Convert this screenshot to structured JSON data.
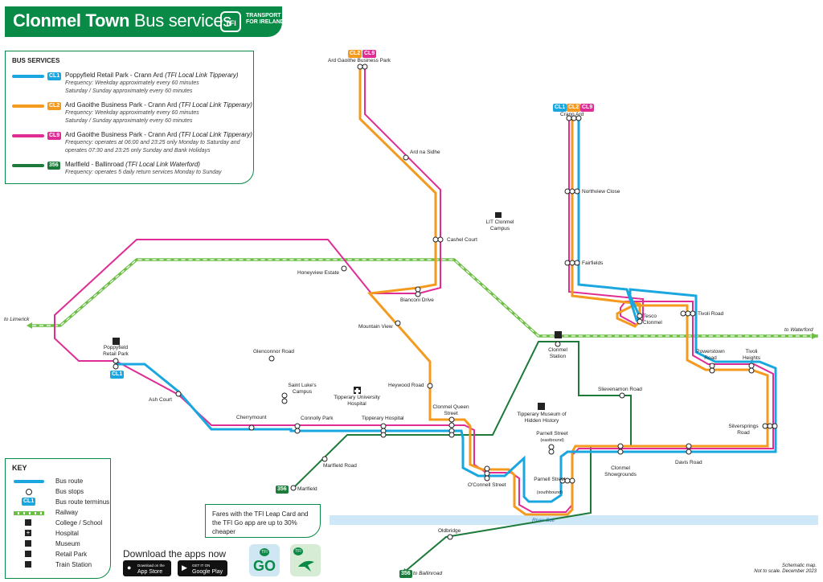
{
  "header": {
    "title_bold": "Clonmel Town",
    "title_light": "Bus services",
    "logo": "TFI",
    "logo_text": "TRANSPORT FOR IRELAND"
  },
  "colors": {
    "brand_green": "#0a8a47",
    "cl1": "#1aa7df",
    "cl2": "#f39a1f",
    "cl9": "#e02c95",
    "r356": "#1e7a3a",
    "railway": "#6cbe45",
    "river": "#cfe8f7"
  },
  "services": {
    "heading": "BUS SERVICES",
    "items": [
      {
        "code": "CL1",
        "title": "Poppyfield Retail Park - Crann Ard",
        "operator": "(TFI Local Link Tipperary)",
        "freq1": "Frequency: Weekday approximately every 60 minutes",
        "freq2": "Saturday / Sunday approximately every 60 minutes"
      },
      {
        "code": "CL2",
        "title": "Ard Gaoithe Business Park - Crann Ard",
        "operator": "(TFI Local Link Tipperary)",
        "freq1": "Frequency: Weekday approximately every 60 minutes",
        "freq2": "Saturday / Sunday approximately every 60 minutes"
      },
      {
        "code": "CL9",
        "title": "Ard Gaoithe Business Park - Crann Ard",
        "operator": "(TFI Local Link Tipperary)",
        "freq1": "Frequency: operates at 06:00 and 23:25 only Monday to Saturday and",
        "freq2": "operates 07:30 and 23:25 only Sunday and Bank Holidays"
      },
      {
        "code": "356",
        "title": "Marlfield - Ballinroad",
        "operator": "(TFI Local Link Waterford)",
        "freq1": "Frequency: operates 5 daily return services Monday to Sunday",
        "freq2": ""
      }
    ]
  },
  "key": {
    "heading": "KEY",
    "items": [
      "Bus route",
      "Bus stops",
      "Bus route terminus",
      "Railway",
      "College / School",
      "Hospital",
      "Museum",
      "Retail Park",
      "Train Station"
    ],
    "terminus_badge": "CL1"
  },
  "fares": {
    "text": "Fares with the TFI Leap Card and the TFI Go app are up to 30% cheaper"
  },
  "apps": {
    "title": "Download the apps now",
    "appstore_small": "Download on the",
    "appstore": "App Store",
    "play_small": "GET IT ON",
    "play": "Google Play",
    "go_label": "GO",
    "tfi_label": "TFI"
  },
  "map": {
    "stops": {
      "ard_gaoithe": "Ard Gaoithe Business Park",
      "ard_na_sidhe": "Ard na Sidhe",
      "cashel_court": "Cashel Court",
      "lit_clonmel": "LIT Clonmel Campus",
      "crann_ard": "Crann Ard",
      "northview": "Northview Close",
      "fairfields": "Fairfields",
      "honeyview": "Honeyview Estate",
      "bianconi": "Bianconi Drive",
      "tesco": "Tesco Clonmel",
      "tivoli_road": "Tivoli Road",
      "mountain_view": "Mountain View",
      "clonmel_station": "Clonmel Station",
      "powerstown": "Powerstown Road",
      "tivoli_heights": "Tivoli Heights",
      "poppyfield": "Poppyfield Retail Park",
      "glenconnor": "Glenconnor Road",
      "heywood": "Heywood Road",
      "slievenamon": "Slievenamon Road",
      "ash_court": "Ash Court",
      "saint_lukes": "Saint Luke's Campus",
      "tipp_hospital_uni": "Tipperary University Hospital",
      "museum": "Tipperary Museum of Hidden History",
      "queen_street": "Clonmel Queen Street",
      "cherrymount": "Cherrymount",
      "connolly_park": "Connolly Park",
      "tipperary_hospital": "Tipperary Hospital",
      "silversprings": "Silversprings Road",
      "parnell_east": "Parnell Street",
      "parnell_east_sub": "(eastbound)",
      "parnell_south": "Parnell Street",
      "parnell_south_sub": "(southbound)",
      "marlfield_road": "Marlfield Road",
      "davis_road": "Davis Road",
      "showgrounds": "Clonmel Showgrounds",
      "oconnell": "O'Connell Street",
      "marlfield": "Marlfield",
      "oldbridge": "Oldbridge",
      "ballinroad": "to Ballinroad"
    },
    "to_limerick": "to Limerick",
    "to_waterford": "to Waterford",
    "river": "River Suir",
    "badges": {
      "ard_gaoithe": [
        "CL2",
        "CL9"
      ],
      "crann_ard": [
        "CL1",
        "CL2",
        "CL9"
      ],
      "poppyfield": "CL1",
      "marlfield": "356",
      "ballinroad": "356"
    }
  },
  "footnote": {
    "line1": "Schematic map.",
    "line2": "Not to scale. December 2023"
  }
}
